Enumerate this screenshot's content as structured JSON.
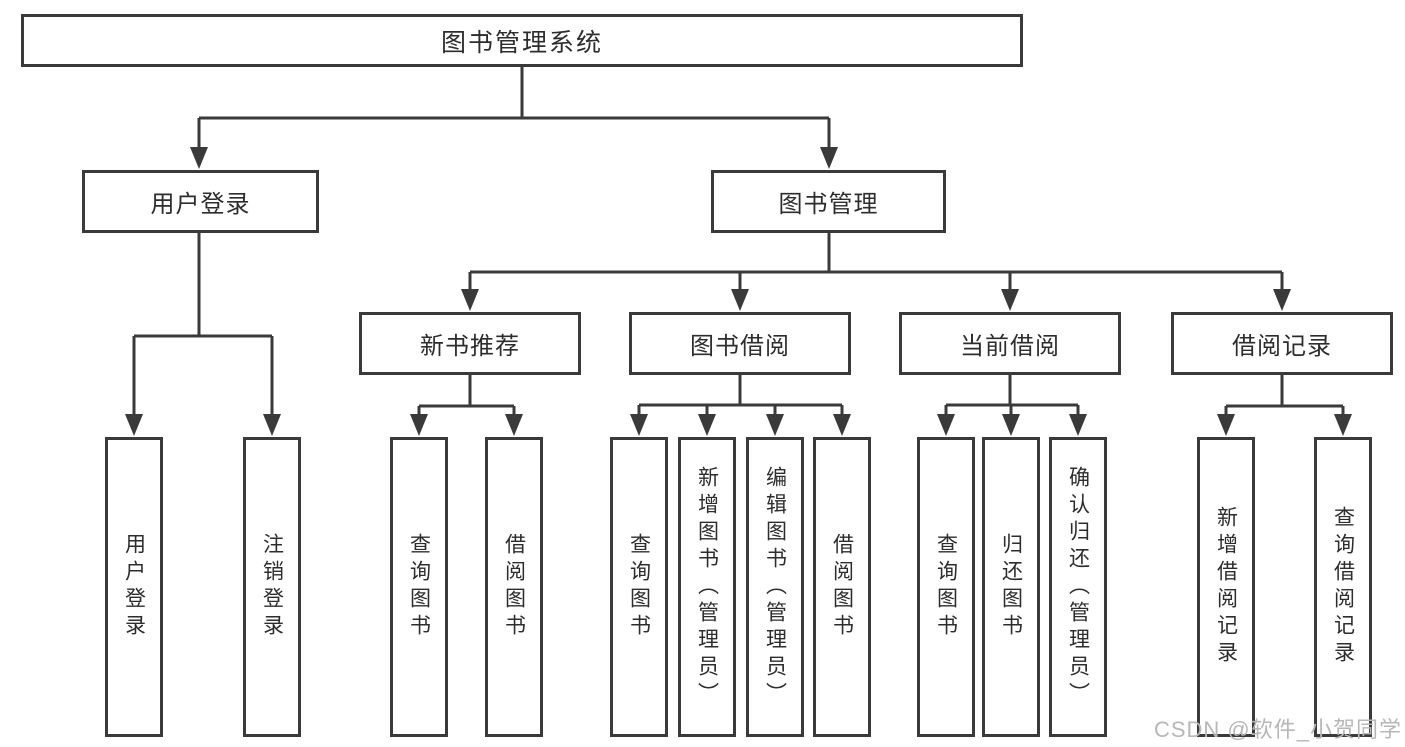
{
  "title": "图书管理系统",
  "watermark": "CSDN @软件_小贺同学",
  "colors": {
    "line": "#3a3a3a",
    "box_border": "#3a3a3a",
    "box_fill": "#ffffff",
    "text": "#2d2d2d",
    "watermark": "#b7b7b7",
    "background": "#ffffff"
  },
  "tree": {
    "root": {
      "label": "图书管理系统",
      "children": [
        {
          "label": "用户登录",
          "children": [
            {
              "label": "用户登录"
            },
            {
              "label": "注销登录"
            }
          ]
        },
        {
          "label": "图书管理",
          "children": [
            {
              "label": "新书推荐",
              "children": [
                {
                  "label": "查询图书"
                },
                {
                  "label": "借阅图书"
                }
              ]
            },
            {
              "label": "图书借阅",
              "children": [
                {
                  "label": "查询图书"
                },
                {
                  "label": "新增图书（管理员）"
                },
                {
                  "label": "编辑图书（管理员）"
                },
                {
                  "label": "借阅图书"
                }
              ]
            },
            {
              "label": "当前借阅",
              "children": [
                {
                  "label": "查询图书"
                },
                {
                  "label": "归还图书"
                },
                {
                  "label": "确认归还（管理员）"
                }
              ]
            },
            {
              "label": "借阅记录",
              "children": [
                {
                  "label": "新增借阅记录"
                },
                {
                  "label": "查询借阅记录"
                }
              ]
            }
          ]
        }
      ]
    }
  }
}
